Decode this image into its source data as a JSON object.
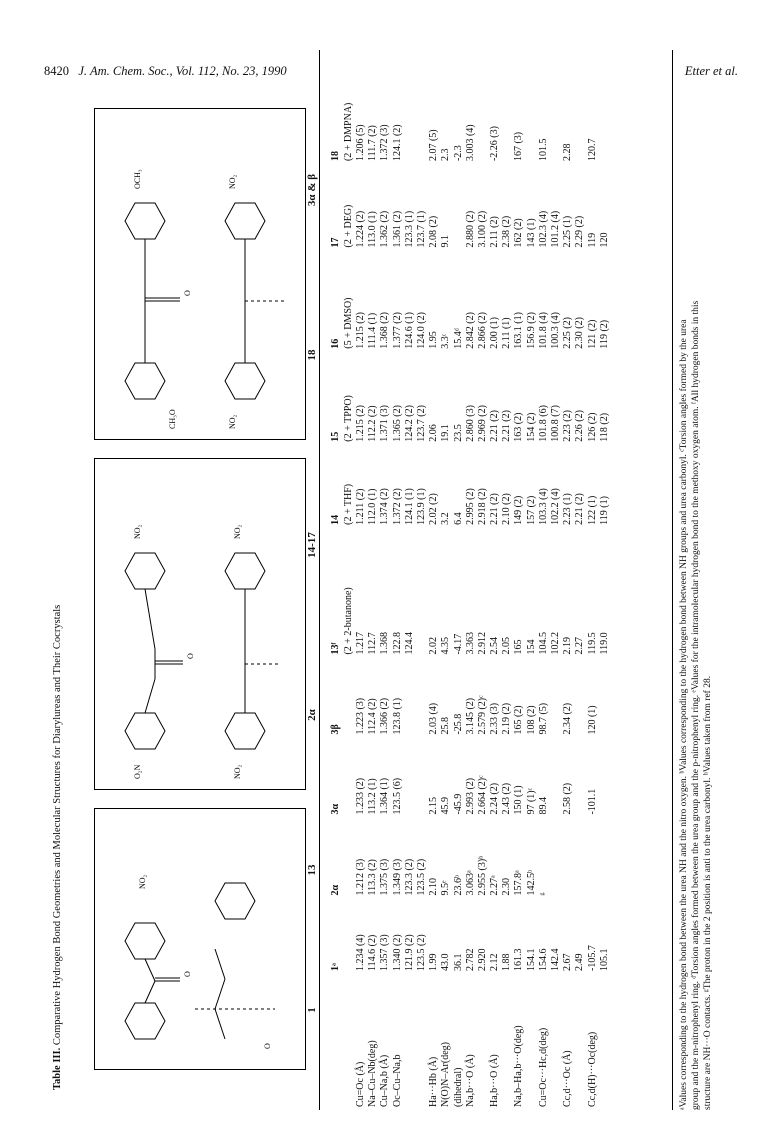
{
  "header": {
    "page_number": "8420",
    "journal": "J. Am. Chem. Soc., Vol. 112, No. 23, 1990",
    "authors": "Etter et al."
  },
  "caption": {
    "label": "Table III.",
    "text": "Comparative Hydrogen Bond Geometries and Molecular Structures for Diarylureas and Their Cocrystals"
  },
  "figures": {
    "structure_1": "1",
    "structure_13": "13",
    "structure_2a": "2α",
    "structure_14_17": "14-17",
    "structure_3ab": "3α & β",
    "structure_18": "18"
  },
  "table": {
    "columns": [
      "1ᵃ",
      "2α",
      "3α",
      "3β",
      "13ᶠ",
      "14",
      "15",
      "16",
      "17",
      "18"
    ],
    "subheaders": [
      "",
      "",
      "",
      "",
      "(2 + 2-butanone)",
      "(2 + THF)",
      "(2 + TPPO)",
      "(5 + DMSO)",
      "(2 + DEG)",
      "(2 + DMPNA)"
    ],
    "rows": [
      {
        "label": "Cu=Oc (Å)\nNa–Cu–Nb(deg)\nCu–Na,b (Å)",
        "cells": [
          "1.234 (4)\n114.6 (2)\n1.357 (3)",
          "1.212 (3)\n113.3 (2)\n1.375 (3)",
          "1.233 (2)\n113.2 (1)\n1.364 (1)",
          "1.223 (3)\n112.4 (2)\n1.366 (2)",
          "1.217\n112.7\n1.368",
          "1.211 (2)\n112.0 (1)\n1.374 (2)",
          "1.215 (2)\n112.2 (2)\n1.371 (3)",
          "1.215 (2)\n111.4 (1)\n1.368 (2)",
          "1.224 (2)\n113.0 (1)\n1.362 (2)",
          "1.206 (5)\n111.7 (2)\n1.372 (3)"
        ]
      },
      {
        "label": "Oc–Cu–Na,b",
        "cells": [
          "1.340 (2)\n121.9 (2)\n123.5 (2)",
          "1.349 (3)\n123.3 (2)\n123.5 (2)",
          "123.5 (6)",
          "123.8 (1)",
          "122.8\n124.4",
          "1.372 (2)\n124.1 (1)\n123.9 (1)",
          "1.365 (2)\n124.2 (2)\n123.7 (2)",
          "1.377 (2)\n124.6 (1)\n124.0 (2)",
          "1.361 (2)\n123.3 (1)\n123.7 (1)",
          "124.1 (2)"
        ]
      },
      {
        "label": "Ha···Hb (Å)\nN(O)N–Ar(deg)\n(dihedral)\nNa,b···O (Å)",
        "cells": [
          "1.99\n43.0\n36.1\n2.782\n2.920",
          "2.10\n9.5ᵉ\n23.6ᵇ\n3.063ᵃ\n2.955 (3)ᵇ",
          "2.15\n45.9\n-45.9\n2.993 (2)\n2.664 (2)ᶜ",
          "2.03 (4)\n25.8\n-25.8\n3.145 (2)\n2.579 (2)ᶜ",
          "2.02\n4.35\n-4.17\n3.363\n2.912",
          "2.02 (2)\n3.2\n6.4\n2.995 (2)\n2.918 (2)",
          "2.06\n19.1\n23.5\n2.860 (3)\n2.969 (2)",
          "1.95\n3.3ᶜ\n15.4ᵈ\n2.842 (2)\n2.866 (2)",
          "2.08 (2)\n9.1\n\n2.880 (2)\n3.100 (2)",
          "2.07 (5)\n2.3\n-2.3\n3.003 (4)"
        ]
      },
      {
        "label": "Ha,b···O (Å)",
        "cells": [
          "2.12\n1.88",
          "2.27ᵃ\n2.30",
          "2.24 (2)\n2.43 (2)",
          "2.33 (3)\n2.19 (2)",
          "2.54\n2.05",
          "2.21 (2)\n2.10 (2)",
          "2.21 (2)\n2.21 (2)",
          "2.00 (1)\n2.11 (1)",
          "2.11 (2)\n2.38 (2)",
          "-2.26 (3)"
        ]
      },
      {
        "label": "Na,b–Ha,b···O(deg)",
        "cells": [
          "161.3\n154.1",
          "157.8ᵃ\n142.5ᵇ",
          "150 (1)\n97 (1)ᶜ",
          "165 (2)\n108 (2)",
          "165\n154",
          "149 (2)\n157 (2)",
          "163 (2)\n154 (2)",
          "163.1 (1)\n156.9 (2)",
          "162 (2)\n143 (1)",
          "167 (3)"
        ]
      },
      {
        "label": "Cu=Oc···Hc,d(deg)",
        "cells": [
          "154.6\n142.4",
          "ᵍ",
          "89.4",
          "98.7 (5)",
          "104.5\n102.2",
          "103.3 (4)\n102.2 (4)",
          "101.8 (6)\n100.8 (7)",
          "101.8 (4)\n100.3 (4)",
          "102.3 (4)\n101.2 (4)",
          "101.5"
        ]
      },
      {
        "label": "Cc,d···Oc (Å)",
        "cells": [
          "2.67\n2.49",
          "",
          "2.58 (2)",
          "2.34 (2)",
          "2.19\n2.27",
          "2.23 (1)\n2.21 (2)",
          "2.23 (2)\n2.26 (2)",
          "2.25 (2)\n2.30 (2)",
          "2.25 (1)\n2.29 (2)",
          "2.28"
        ]
      },
      {
        "label": "Cc,d(H)···Oc(deg)",
        "cells": [
          "-105.7\n105.1",
          "",
          "-101.1",
          "120 (1)",
          "119.5\n119.0",
          "122 (1)\n119 (1)",
          "126 (2)\n118 (2)",
          "121 (2)\n119 (2)",
          "119\n120",
          "120.7"
        ]
      }
    ]
  },
  "footnotes": [
    "ᵃValues corresponding to the hydrogen bond between the urea NH and the nitro oxygen. ᵇValues corresponding to the hydrogen bond between NH groups and urea carbonyl. ᶜTorsion angles formed by the urea",
    "group and the m-nitrophenyl ring. ᵈTorsion angles formed between the urea group and the p-nitrophenyl ring. ᵉValues for the intramolecular hydrogen bond to the methoxy oxygen atom. ᶠAll hydrogen bonds in this",
    "structure are NH···O contacts. ᵍThe proton in the 2 position is anti to the urea carbonyl. ʰValues taken from ref 28."
  ]
}
